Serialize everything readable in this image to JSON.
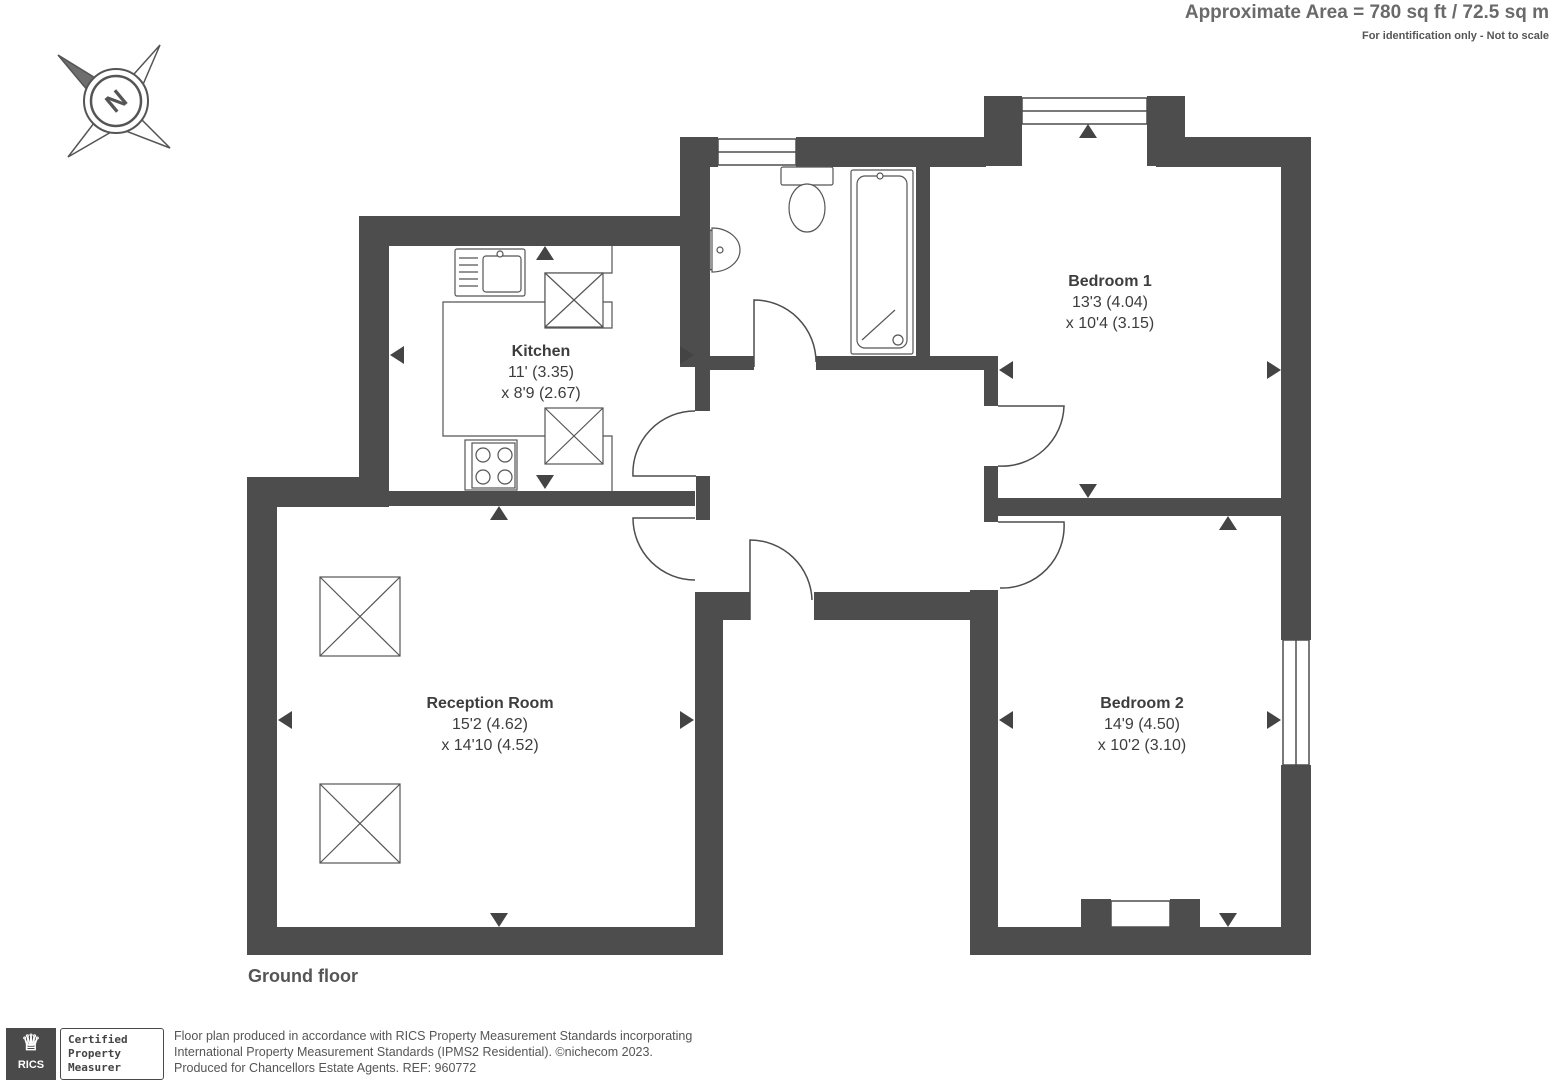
{
  "header": {
    "area": "Approximate Area = 780 sq ft / 72.5 sq m",
    "note": "For identification only - Not to scale"
  },
  "compass": {
    "letter": "N",
    "icon": "compass-icon"
  },
  "rooms": {
    "kitchen": {
      "name": "Kitchen",
      "dim1": "11' (3.35)",
      "dim2": "x 8'9 (2.67)"
    },
    "bedroom1": {
      "name": "Bedroom 1",
      "dim1": "13'3 (4.04)",
      "dim2": "x 10'4 (3.15)"
    },
    "reception": {
      "name": "Reception Room",
      "dim1": "15'2 (4.62)",
      "dim2": "x 14'10 (4.52)"
    },
    "bedroom2": {
      "name": "Bedroom 2",
      "dim1": "14'9 (4.50)",
      "dim2": "x 10'2 (3.10)"
    }
  },
  "floor_label": "Ground floor",
  "footer": {
    "logo_text": "RICS",
    "cert_lines": [
      "Certified",
      "Property",
      "Measurer"
    ],
    "lines": [
      "Floor plan produced in accordance with RICS Property Measurement Standards incorporating",
      "International Property Measurement Standards (IPMS2 Residential).   ©nichecom 2023.",
      "Produced for Chancellors Estate Agents.   REF: 960772"
    ]
  },
  "colors": {
    "wall": "#4d4d4d",
    "text": "#3d3d3d"
  }
}
